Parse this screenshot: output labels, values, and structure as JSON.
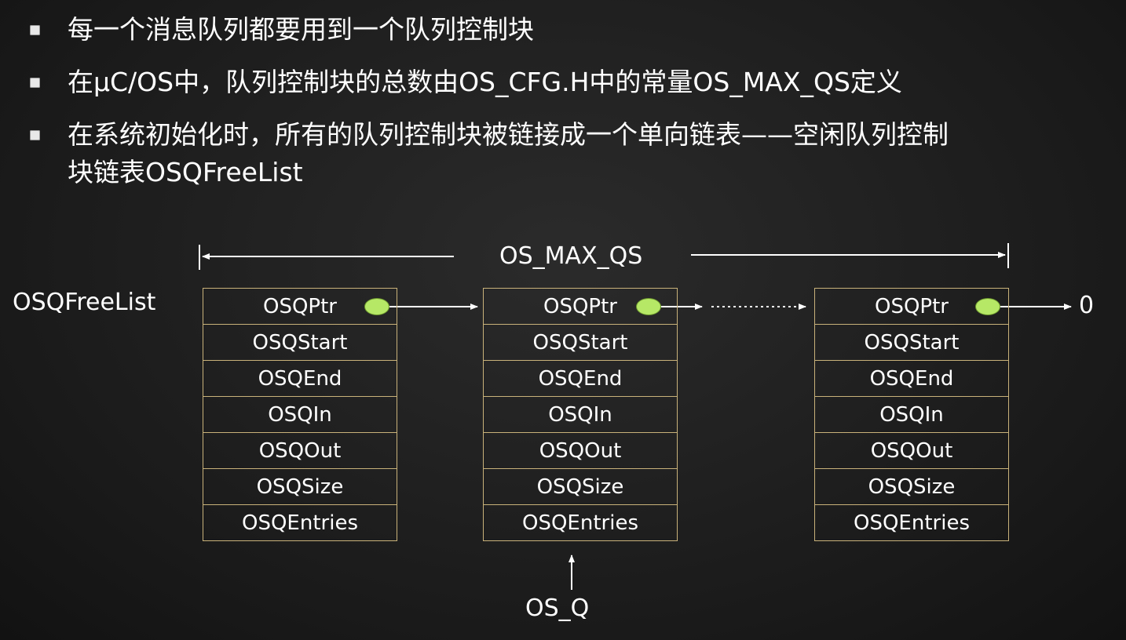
{
  "bullets": [
    {
      "lines": [
        "每一个消息队列都要用到一个队列控制块"
      ]
    },
    {
      "lines": [
        "在μC/OS中，队列控制块的总数由OS_CFG.H中的常量OS_MAX_QS定义"
      ]
    },
    {
      "lines": [
        "在系统初始化时，所有的队列控制块被链接成一个单向链表——空闲队列控制",
        "块链表OSQFreeList"
      ]
    }
  ],
  "diagram": {
    "span_label": "OS_MAX_QS",
    "free_list_label": "OSQFreeList",
    "null_label": "0",
    "pointer_label": "OS_Q",
    "dot_color": "#b6e866",
    "border_color": "#c9b27a",
    "blocks": [
      {
        "fields": [
          "OSQPtr",
          "OSQStart",
          "OSQEnd",
          "OSQIn",
          "OSQOut",
          "OSQSize",
          "OSQEntries"
        ]
      },
      {
        "fields": [
          "OSQPtr",
          "OSQStart",
          "OSQEnd",
          "OSQIn",
          "OSQOut",
          "OSQSize",
          "OSQEntries"
        ]
      },
      {
        "fields": [
          "OSQPtr",
          "OSQStart",
          "OSQEnd",
          "OSQIn",
          "OSQOut",
          "OSQSize",
          "OSQEntries"
        ]
      }
    ]
  }
}
